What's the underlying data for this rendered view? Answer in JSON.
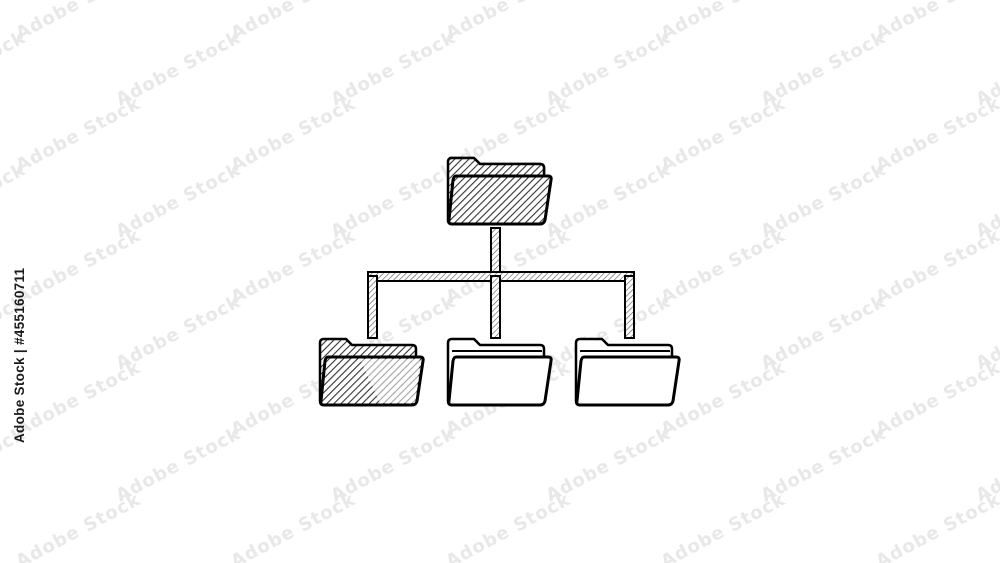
{
  "diagram": {
    "root": {
      "icon": "folder-icon",
      "style": "hatched"
    },
    "children": [
      {
        "icon": "folder-icon",
        "style": "hatched"
      },
      {
        "icon": "folder-icon",
        "style": "outline"
      },
      {
        "icon": "folder-icon",
        "style": "outline"
      }
    ],
    "colors": {
      "stroke": "#000000",
      "hatch": "#3a3a3a",
      "background": "#ffffff"
    }
  },
  "stock_overlay": {
    "id_text": "Adobe Stock | #455160711",
    "watermark_icon": "adobe-stock-watermark"
  }
}
